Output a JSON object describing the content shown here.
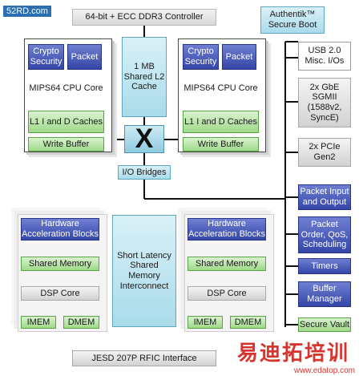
{
  "watermark": {
    "badge": "52RD.com",
    "site_cn": "易迪拓培训",
    "site_url": "www.edatop.com"
  },
  "top": {
    "ddr_controller": "64-bit + ECC DDR3 Controller",
    "secure_boot": "Authentik™ Secure Boot"
  },
  "cpu_left": {
    "crypto": "Crypto Security",
    "packet": "Packet",
    "core": "MIPS64 CPU Core",
    "l1": "L1 I and D Caches",
    "write_buffer": "Write Buffer"
  },
  "cpu_right": {
    "crypto": "Crypto Security",
    "packet": "Packet",
    "core": "MIPS64 CPU Core",
    "l1": "L1 I and D Caches",
    "write_buffer": "Write Buffer"
  },
  "center": {
    "l2_cache": "1 MB Shared L2 Cache",
    "crossbar": "X",
    "io_bridges": "I/O Bridges",
    "interconnect": "Short Latency Shared Memory Interconnect"
  },
  "dsp_left": {
    "hw_accel": "Hardware Acceleration Blocks",
    "shared_mem": "Shared Memory",
    "dsp_core": "DSP Core",
    "imem": "IMEM",
    "dmem": "DMEM"
  },
  "dsp_right": {
    "hw_accel": "Hardware Acceleration Blocks",
    "shared_mem": "Shared Memory",
    "dsp_core": "DSP Core",
    "imem": "IMEM",
    "dmem": "DMEM"
  },
  "right_column": {
    "usb": "USB 2.0 Misc. I/Os",
    "gbe": "2x GbE SGMII (1588v2, SyncE)",
    "pcie": "2x PCIe Gen2",
    "packet_io": "Packet Input and Output",
    "packet_order": "Packet Order, QoS, Scheduling",
    "timers": "Timers",
    "buffer_manager": "Buffer Manager",
    "secure_vault": "Secure Vault"
  },
  "bottom": {
    "jesd": "JESD 207P RFIC Interface"
  }
}
